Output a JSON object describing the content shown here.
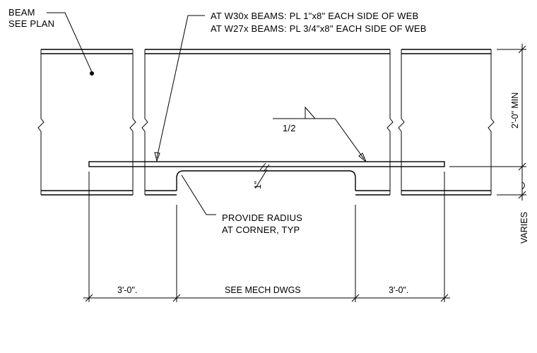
{
  "notes": {
    "beam_line1": "BEAM",
    "beam_line2": "SEE PLAN",
    "plate_line1": "AT W30x BEAMS: PL 1\"x8\" EACH SIDE OF WEB",
    "plate_line2": "AT W27x BEAMS: PL 3/4\"x8\" EACH SIDE OF WEB",
    "radius_line1": "PROVIDE RADIUS",
    "radius_line2": "AT CORNER, TYP",
    "weld_size": "1/2",
    "plate_thickness": "1\""
  },
  "dimensions": {
    "left": "3'-0\".",
    "center": "SEE MECH DWGS",
    "right": "3'-0\".",
    "min_depth": "2'-0\" MIN",
    "varies": "VARIES"
  }
}
